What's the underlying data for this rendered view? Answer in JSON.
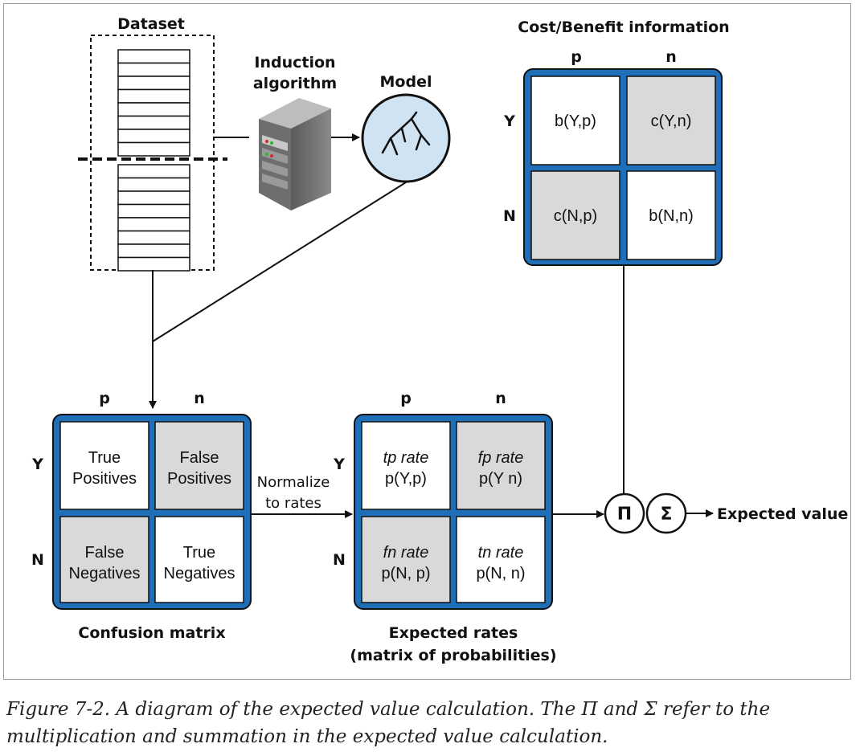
{
  "dataset": {
    "title": "Dataset"
  },
  "induction": {
    "line1": "Induction",
    "line2": "algorithm"
  },
  "model": {
    "title": "Model"
  },
  "cost_benefit": {
    "title": "Cost/Benefit information",
    "col_p": "p",
    "col_n": "n",
    "row_y": "Y",
    "row_n": "N",
    "cells": {
      "yp": "b(Y,p)",
      "yn": "c(Y,n)",
      "np": "c(N,p)",
      "nn": "b(N,n)"
    }
  },
  "confusion": {
    "title": "Confusion matrix",
    "col_p": "p",
    "col_n": "n",
    "row_y": "Y",
    "row_n": "N",
    "cells": {
      "yp": [
        "True",
        "Positives"
      ],
      "yn": [
        "False",
        "Positives"
      ],
      "np": [
        "False",
        "Negatives"
      ],
      "nn": [
        "True",
        "Negatives"
      ]
    }
  },
  "normalize": {
    "line1": "Normalize",
    "line2": "to rates"
  },
  "expected_rates": {
    "title_line1": "Expected rates",
    "title_line2": "(matrix of probabilities)",
    "col_p": "p",
    "col_n": "n",
    "row_y": "Y",
    "row_n": "N",
    "cells": {
      "yp": [
        "tp rate",
        "p(Y,p)"
      ],
      "yn": [
        "fp rate",
        "p(Y n)"
      ],
      "np": [
        "fn rate",
        "p(N, p)"
      ],
      "nn": [
        "tn rate",
        "p(N, n)"
      ]
    }
  },
  "operators": {
    "product": "Π",
    "sum": "Σ"
  },
  "result": {
    "label": "Expected value"
  },
  "colors": {
    "matrix_border": "#1f6fb8",
    "shaded_cell": "#d9d9d9",
    "model_fill": "#cfe3f3"
  },
  "caption": "Figure 7-2. A diagram of the expected value calculation. The Π and Σ refer to the multiplication and summation in the expected value calculation."
}
